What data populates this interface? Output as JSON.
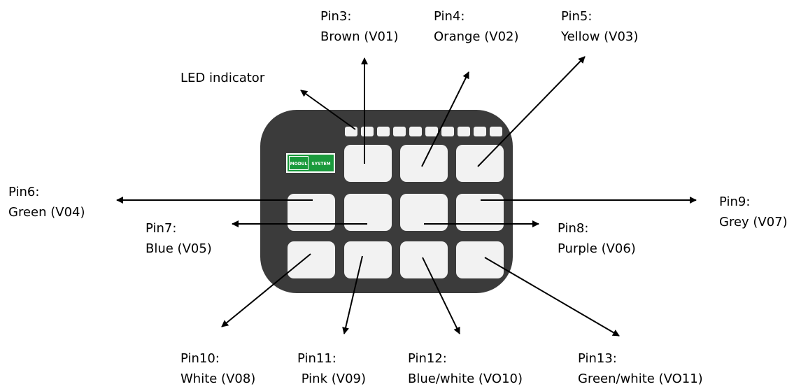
{
  "colors": {
    "device_body": "#3b3b3b",
    "button": "#f2f2f2",
    "led": "#f2f2f2",
    "arrow": "#000000",
    "logo_green": "#1a9a3c"
  },
  "device": {
    "logo": {
      "icon": "hh-logo-icon",
      "word1": "MODUL",
      "word2": "SYSTEM"
    },
    "led_count": 10,
    "button_rows": 3,
    "button_cols": 4
  },
  "labels": {
    "led": "LED indicator",
    "pin3": {
      "line1": "Pin3:",
      "line2": "Brown (V01)"
    },
    "pin4": {
      "line1": "Pin4:",
      "line2": "Orange (V02)"
    },
    "pin5": {
      "line1": "Pin5:",
      "line2": "Yellow (V03)"
    },
    "pin6": {
      "line1": "Pin6:",
      "line2": "Green (V04)"
    },
    "pin7": {
      "line1": "Pin7:",
      "line2": "Blue (V05)"
    },
    "pin8": {
      "line1": "Pin8:",
      "line2": "Purple (V06)"
    },
    "pin9": {
      "line1": "Pin9:",
      "line2": "Grey (V07)"
    },
    "pin10": {
      "line1": "Pin10:",
      "line2": "White (V08)"
    },
    "pin11": {
      "line1": "Pin11:",
      "line2": " Pink (V09)"
    },
    "pin12": {
      "line1": "Pin12:",
      "line2": "Blue/white (VO10)"
    },
    "pin13": {
      "line1": "Pin13:",
      "line2": "Green/white (VO11)"
    }
  }
}
